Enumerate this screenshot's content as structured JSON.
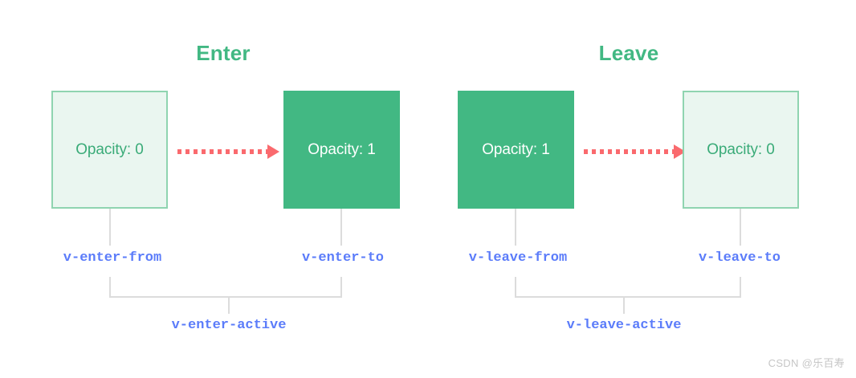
{
  "background": "#ffffff",
  "palette": {
    "green_solid": "#42b883",
    "green_text": "#3aab78",
    "green_light_fill": "#eaf6f0",
    "green_light_border": "#8fd4b0",
    "arrow_red": "#fa6a6e",
    "connector_gray": "#dcdcdc",
    "code_blue": "#5b7cfa",
    "watermark_gray": "#c6c6c6"
  },
  "sections": [
    {
      "id": "enter",
      "title": "Enter",
      "boxes": [
        {
          "id": "enter-from",
          "label": "Opacity: 0",
          "style": "hollow"
        },
        {
          "id": "enter-to",
          "label": "Opacity: 1",
          "style": "filled"
        }
      ],
      "class_labels": [
        {
          "id": "v-enter-from",
          "text": "v-enter-from"
        },
        {
          "id": "v-enter-to",
          "text": "v-enter-to"
        }
      ],
      "active_label": {
        "id": "v-enter-active",
        "text": "v-enter-active"
      }
    },
    {
      "id": "leave",
      "title": "Leave",
      "boxes": [
        {
          "id": "leave-from",
          "label": "Opacity: 1",
          "style": "filled"
        },
        {
          "id": "leave-to",
          "label": "Opacity: 0",
          "style": "hollow"
        }
      ],
      "class_labels": [
        {
          "id": "v-leave-from",
          "text": "v-leave-from"
        },
        {
          "id": "v-leave-to",
          "text": "v-leave-to"
        }
      ],
      "active_label": {
        "id": "v-leave-active",
        "text": "v-leave-active"
      }
    }
  ],
  "watermark": "CSDN @乐百寿"
}
